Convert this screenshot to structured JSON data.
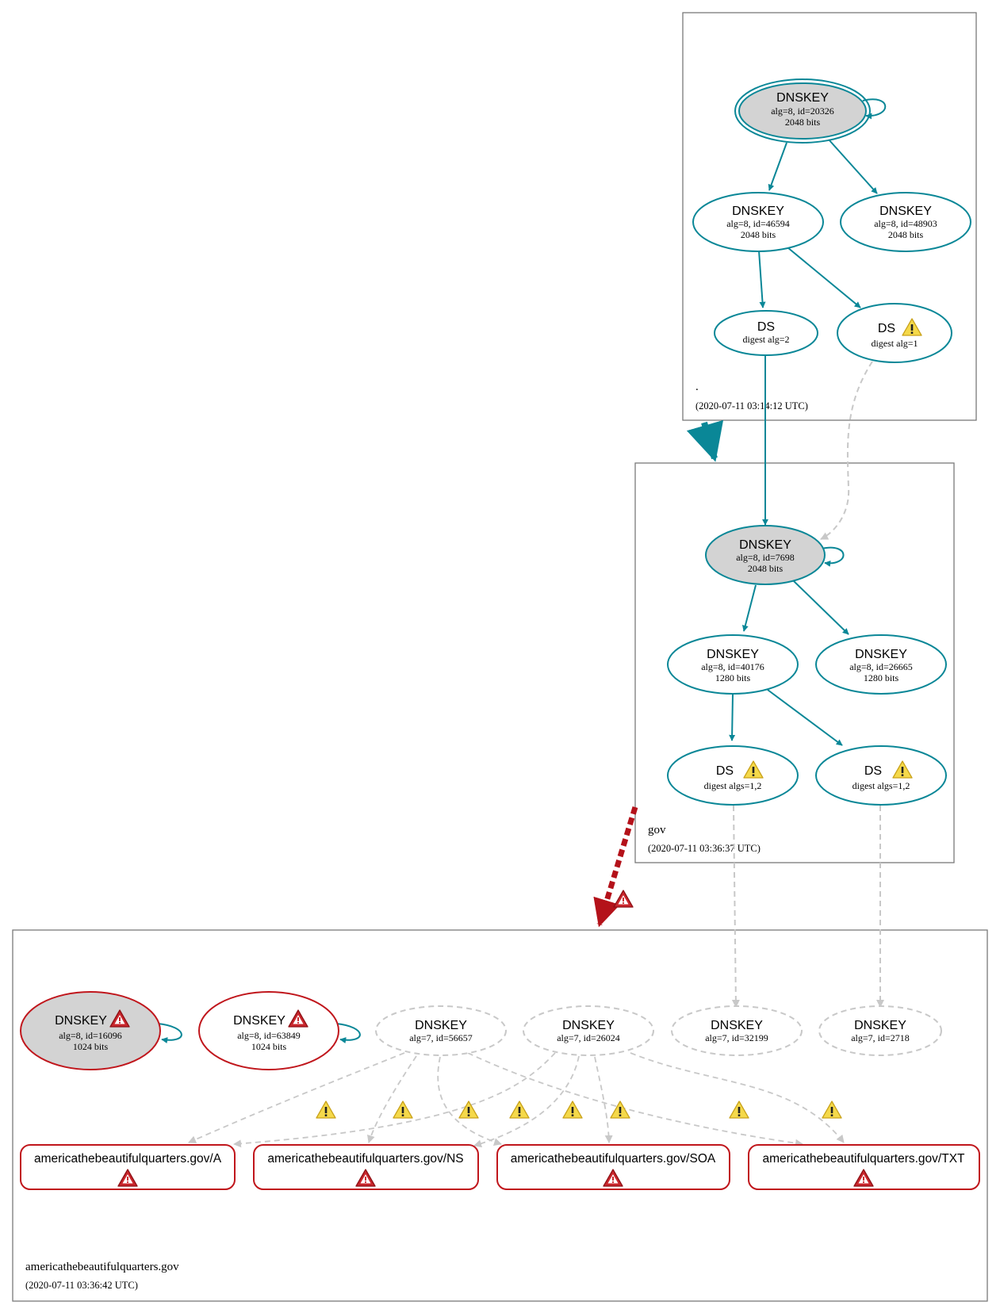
{
  "colors": {
    "secure": "#0a8797",
    "bogus": "#c0161c",
    "insecure": "#c8c8c8",
    "sep_fill": "#d3d3d3",
    "warning": "#f5d94a",
    "error": "#c9262c"
  },
  "zones": [
    {
      "name": ".",
      "time": "(2020-07-11 03:14:12 UTC)"
    },
    {
      "name": "gov",
      "time": "(2020-07-11 03:36:37 UTC)"
    },
    {
      "name": "americathebeautifulquarters.gov",
      "time": "(2020-07-11 03:36:42 UTC)"
    }
  ],
  "nodes": {
    "root_ksk": {
      "type": "DNSKEY",
      "lines": [
        "alg=8, id=20326",
        "2048 bits"
      ]
    },
    "root_zsk1": {
      "type": "DNSKEY",
      "lines": [
        "alg=8, id=46594",
        "2048 bits"
      ]
    },
    "root_zsk2": {
      "type": "DNSKEY",
      "lines": [
        "alg=8, id=48903",
        "2048 bits"
      ]
    },
    "root_ds1": {
      "type": "DS",
      "lines": [
        "digest alg=2"
      ]
    },
    "root_ds2": {
      "type": "DS",
      "lines": [
        "digest alg=1"
      ],
      "icon": "warning"
    },
    "gov_ksk": {
      "type": "DNSKEY",
      "lines": [
        "alg=8, id=7698",
        "2048 bits"
      ]
    },
    "gov_zsk1": {
      "type": "DNSKEY",
      "lines": [
        "alg=8, id=40176",
        "1280 bits"
      ]
    },
    "gov_zsk2": {
      "type": "DNSKEY",
      "lines": [
        "alg=8, id=26665",
        "1280 bits"
      ]
    },
    "gov_ds1": {
      "type": "DS",
      "lines": [
        "digest algs=1,2"
      ],
      "icon": "warning"
    },
    "gov_ds2": {
      "type": "DS",
      "lines": [
        "digest algs=1,2"
      ],
      "icon": "warning"
    },
    "dom_k1": {
      "type": "DNSKEY",
      "lines": [
        "alg=8, id=16096",
        "1024 bits"
      ],
      "icon": "error"
    },
    "dom_k2": {
      "type": "DNSKEY",
      "lines": [
        "alg=8, id=63849",
        "1024 bits"
      ],
      "icon": "error"
    },
    "dom_k3": {
      "type": "DNSKEY",
      "lines": [
        "alg=7, id=56657"
      ]
    },
    "dom_k4": {
      "type": "DNSKEY",
      "lines": [
        "alg=7, id=26024"
      ]
    },
    "dom_k5": {
      "type": "DNSKEY",
      "lines": [
        "alg=7, id=32199"
      ]
    },
    "dom_k6": {
      "type": "DNSKEY",
      "lines": [
        "alg=7, id=2718"
      ]
    }
  },
  "rrsets": [
    {
      "label": "americathebeautifulquarters.gov/A"
    },
    {
      "label": "americathebeautifulquarters.gov/NS"
    },
    {
      "label": "americathebeautifulquarters.gov/SOA"
    },
    {
      "label": "americathebeautifulquarters.gov/TXT"
    }
  ]
}
